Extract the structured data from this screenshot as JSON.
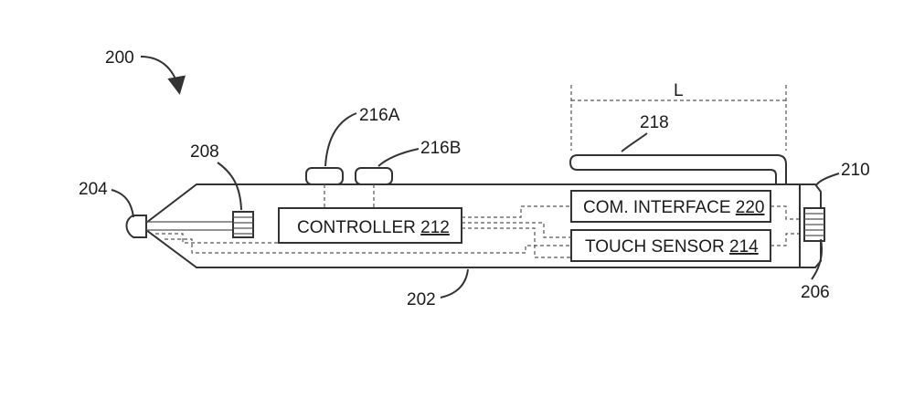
{
  "figure": {
    "ref_200": "200",
    "ref_202": "202",
    "ref_204": "204",
    "ref_206": "206",
    "ref_208": "208",
    "ref_210": "210",
    "ref_216a": "216A",
    "ref_216b": "216B",
    "ref_218": "218",
    "dimension_l": "L"
  },
  "components": {
    "controller": {
      "name": "CONTROLLER ",
      "ref": "212"
    },
    "com_interface": {
      "name": "COM. INTERFACE ",
      "ref": "220"
    },
    "touch_sensor": {
      "name": "TOUCH SENSOR ",
      "ref": "214"
    }
  },
  "colors": {
    "line": "#333333",
    "text": "#1a1a1a",
    "background": "#ffffff"
  }
}
